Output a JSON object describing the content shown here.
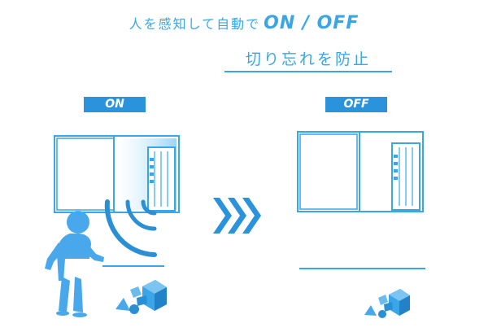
{
  "headline": {
    "lead": "人を感知して自動で",
    "onoff": "ON / OFF"
  },
  "subhead": "切り忘れを防止",
  "badges": {
    "on": "ON",
    "off": "OFF"
  },
  "colors": {
    "accent": "#3aa6e8",
    "badge": "#2a93dc",
    "child": "#49a7ec",
    "wave": "#2b8fd6",
    "window_frame": "#3aa6e8"
  },
  "icons": [
    "window-ac-unit-icon",
    "motion-wave-icon",
    "child-figure-icon",
    "toy-blocks-icon",
    "arrow-chevrons-icon"
  ]
}
